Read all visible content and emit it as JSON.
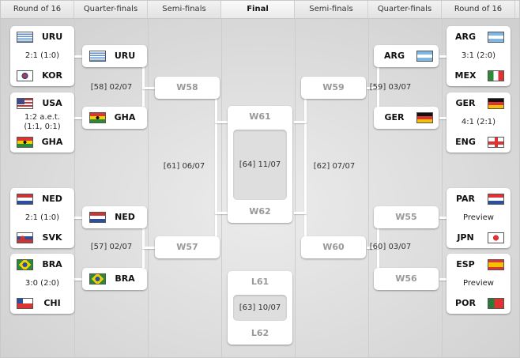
{
  "header": {
    "columns": [
      "Round of 16",
      "Quarter-finals",
      "Semi-finals",
      "Final",
      "Semi-finals",
      "Quarter-finals",
      "Round of 16"
    ]
  },
  "left": {
    "r16": [
      {
        "team1": "URU",
        "team2": "KOR",
        "score": "2:1 (1:0)"
      },
      {
        "team1": "USA",
        "team2": "GHA",
        "score": "1:2 a.e.t.\n(1:1, 0:1)"
      },
      {
        "team1": "NED",
        "team2": "SVK",
        "score": "2:1 (1:0)"
      },
      {
        "team1": "BRA",
        "team2": "CHI",
        "score": "3:0 (2:0)"
      }
    ],
    "qf": [
      "URU",
      "GHA",
      "NED",
      "BRA"
    ],
    "qf_dates": [
      "[58] 02/07",
      "[57] 02/07"
    ],
    "sf": [
      "W58",
      "W57"
    ],
    "sf_date": "[61] 06/07"
  },
  "right": {
    "r16": [
      {
        "team1": "ARG",
        "team2": "MEX",
        "score": "3:1 (2:0)"
      },
      {
        "team1": "GER",
        "team2": "ENG",
        "score": "4:1 (2:1)"
      },
      {
        "team1": "PAR",
        "team2": "JPN",
        "score": "Preview"
      },
      {
        "team1": "ESP",
        "team2": "POR",
        "score": "Preview"
      }
    ],
    "qf": [
      {
        "label": "ARG",
        "flag": true
      },
      {
        "label": "GER",
        "flag": true
      },
      {
        "label": "W55",
        "flag": false
      },
      {
        "label": "W56",
        "flag": false
      }
    ],
    "qf_dates": [
      "[59] 03/07",
      "[60] 03/07"
    ],
    "sf": [
      "W59",
      "W60"
    ],
    "sf_date": "[62] 07/07"
  },
  "final": {
    "top": "W61",
    "bottom": "W62",
    "date": "[64] 11/07"
  },
  "third_place": {
    "top": "L61",
    "bottom": "L62",
    "date": "[63] 10/07"
  }
}
